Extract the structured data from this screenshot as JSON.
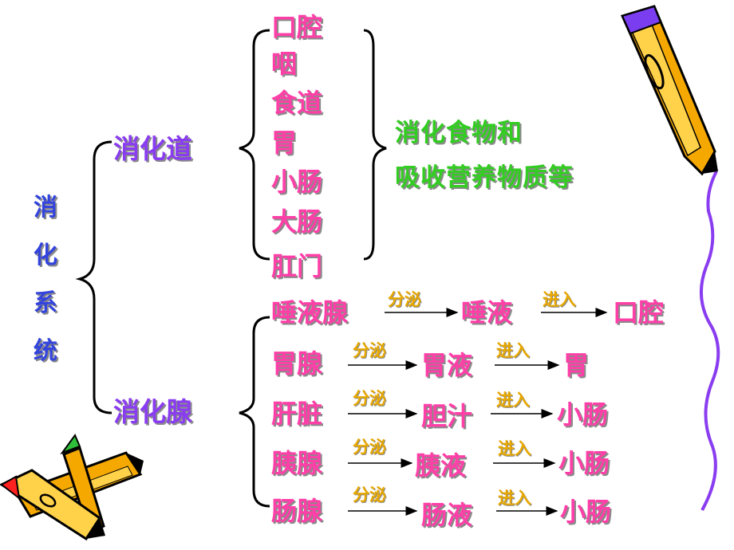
{
  "root": [
    "消",
    "化",
    "系",
    "统"
  ],
  "tract": {
    "label": "消化道",
    "organs": [
      "口腔",
      "咽",
      "食道",
      "胃",
      "小肠",
      "大肠",
      "肛门"
    ],
    "function_lines": [
      "消化食物和",
      "吸收营养物质等"
    ]
  },
  "glands": {
    "label": "消化腺",
    "rows": [
      {
        "gland": "唾液腺",
        "secrete": "分泌",
        "juice": "唾液",
        "enter": "进入",
        "target": "口腔"
      },
      {
        "gland": "胃腺",
        "secrete": "分泌",
        "juice": "胃液",
        "enter": "进入",
        "target": "胃"
      },
      {
        "gland": "肝脏",
        "secrete": "分泌",
        "juice": "胆汁",
        "enter": "进入",
        "target": "小肠"
      },
      {
        "gland": "胰腺",
        "secrete": "分泌",
        "juice": "胰液",
        "enter": "进入",
        "target": "小肠"
      },
      {
        "gland": "肠腺",
        "secrete": "分泌",
        "juice": "肠液",
        "enter": "进入",
        "target": "小肠"
      }
    ]
  },
  "colors": {
    "root": "#3344dd",
    "branch": "#8a3df0",
    "item": "#ff3fa8",
    "function": "#33cc22",
    "arrow_label": "#e8a800",
    "decor_line": "#8a3df0"
  },
  "icons": [
    "pencil-icon",
    "crossed-pencils-icon"
  ]
}
